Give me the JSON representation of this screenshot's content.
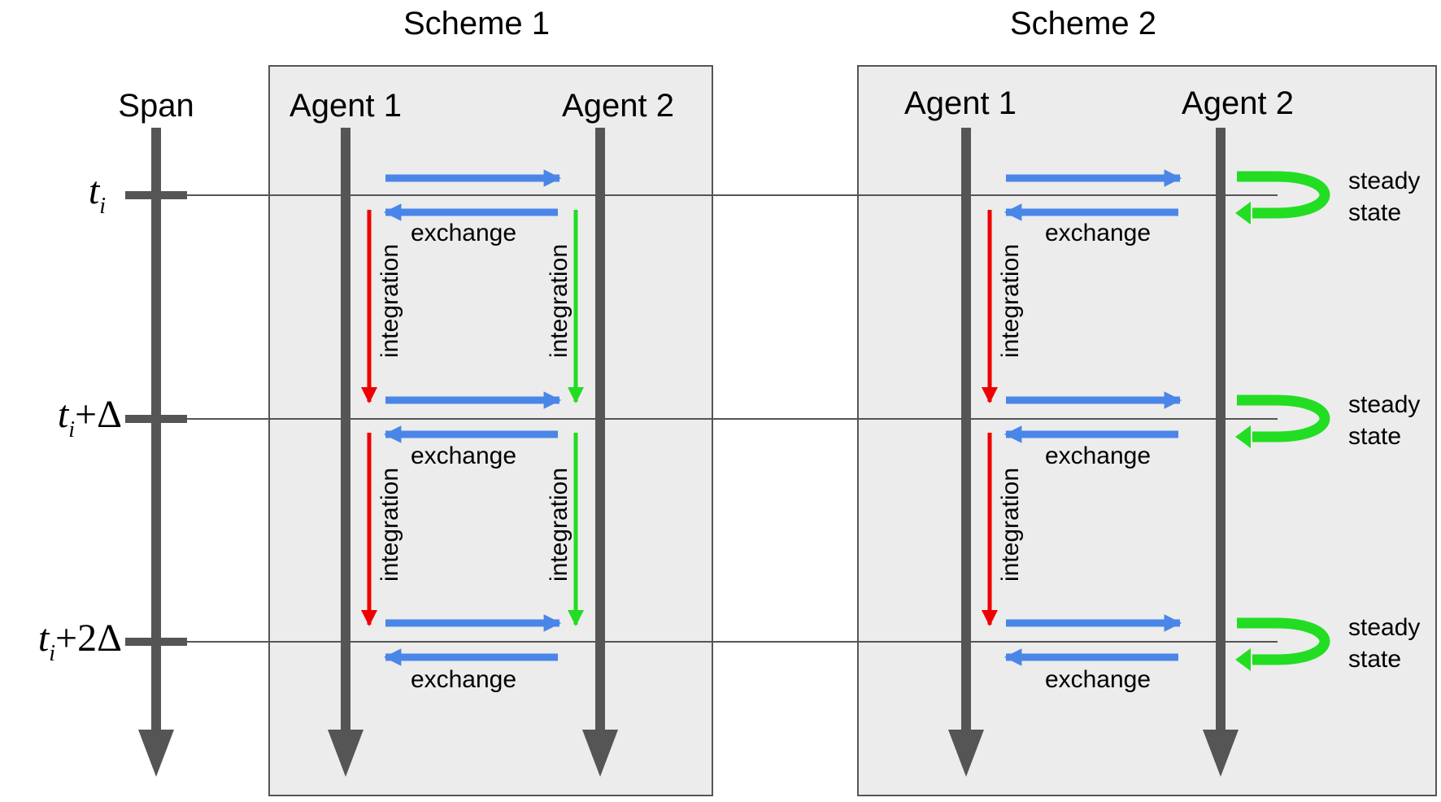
{
  "span": {
    "label": "Span",
    "ticks": [
      {
        "t": "t",
        "sub": "i",
        "plus": "",
        "coef": "",
        "delta": ""
      },
      {
        "t": "t",
        "sub": "i",
        "plus": "+",
        "coef": "",
        "delta": "Δ"
      },
      {
        "t": "t",
        "sub": "i",
        "plus": "+",
        "coef": "2",
        "delta": "Δ"
      }
    ]
  },
  "scheme1": {
    "title": "Scheme 1",
    "agent1": "Agent 1",
    "agent2": "Agent 2",
    "exchange_label": "exchange",
    "integration_label": "integration"
  },
  "scheme2": {
    "title": "Scheme 2",
    "agent1": "Agent 1",
    "agent2": "Agent 2",
    "exchange_label": "exchange",
    "integration_label": "integration",
    "steady_line1": "steady",
    "steady_line2": "state"
  },
  "colors": {
    "box_fill": "#ececec",
    "box_stroke": "#555555",
    "timeline": "#555555",
    "time_line": "#555555",
    "exchange_arrow": "#4a86e8",
    "integration_agent1": "#ee0000",
    "integration_agent2": "#22dd22",
    "steady_state": "#22dd22"
  }
}
